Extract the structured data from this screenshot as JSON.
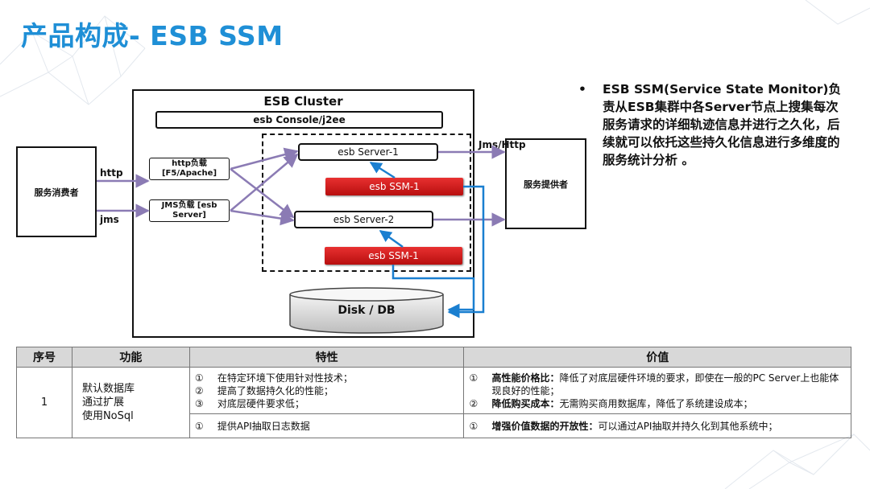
{
  "slide": {
    "title": "产品构成- ESB SSM"
  },
  "diagram": {
    "cluster_label": "ESB Cluster",
    "console_label": "esb Console/j2ee",
    "consumer_label": "服务消费者",
    "provider_label": "服务提供者",
    "http_lb_label": "http负载 [F5/Apache]",
    "jms_lb_label": "JMS负载 [esb Server]",
    "server1_label": "esb Server-1",
    "server2_label": "esb Server-2",
    "ssm1_label": "esb SSM-1",
    "ssm2_label": "esb SSM-1",
    "disk_label": "Disk / DB",
    "http_edge_label": "http",
    "jms_edge_label": "jms",
    "provider_edge_label": "Jms/Http",
    "colors": {
      "arrow": "#8b7bb4",
      "blue": "#1a7fd0",
      "ssm_red": "#c81414"
    }
  },
  "bullet": {
    "symbol": "•",
    "text": "ESB SSM(Service State Monitor)负责从ESB集群中各Server节点上搜集每次服务请求的详细轨迹信息并进行之久化，后续就可以依托这些持久化信息进行多维度的服务统计分析 。"
  },
  "table": {
    "headers": [
      "序号",
      "功能",
      "特性",
      "价值"
    ],
    "row": {
      "no": "1",
      "function_lines": [
        "默认数据库",
        "通过扩展",
        "使用NoSql"
      ],
      "features_a": [
        {
          "n": "①",
          "text": "在特定环境下使用针对性技术；"
        },
        {
          "n": "②",
          "text": "提高了数据持久化的性能；"
        },
        {
          "n": "③",
          "text": "对底层硬件要求低；"
        }
      ],
      "features_b": [
        {
          "n": "①",
          "text": "提供API抽取日志数据"
        }
      ],
      "values_a": [
        {
          "n": "①",
          "bold": "高性能价格比：",
          "text": "降低了对底层硬件环境的要求，即使在一般的PC Server上也能体现良好的性能；"
        },
        {
          "n": "②",
          "bold": "降低购买成本：",
          "text": "无需购买商用数据库，降低了系统建设成本；"
        }
      ],
      "values_b": [
        {
          "n": "①",
          "bold": "增强价值数据的开放性：",
          "text": "可以通过API抽取并持久化到其他系统中；"
        }
      ]
    }
  }
}
